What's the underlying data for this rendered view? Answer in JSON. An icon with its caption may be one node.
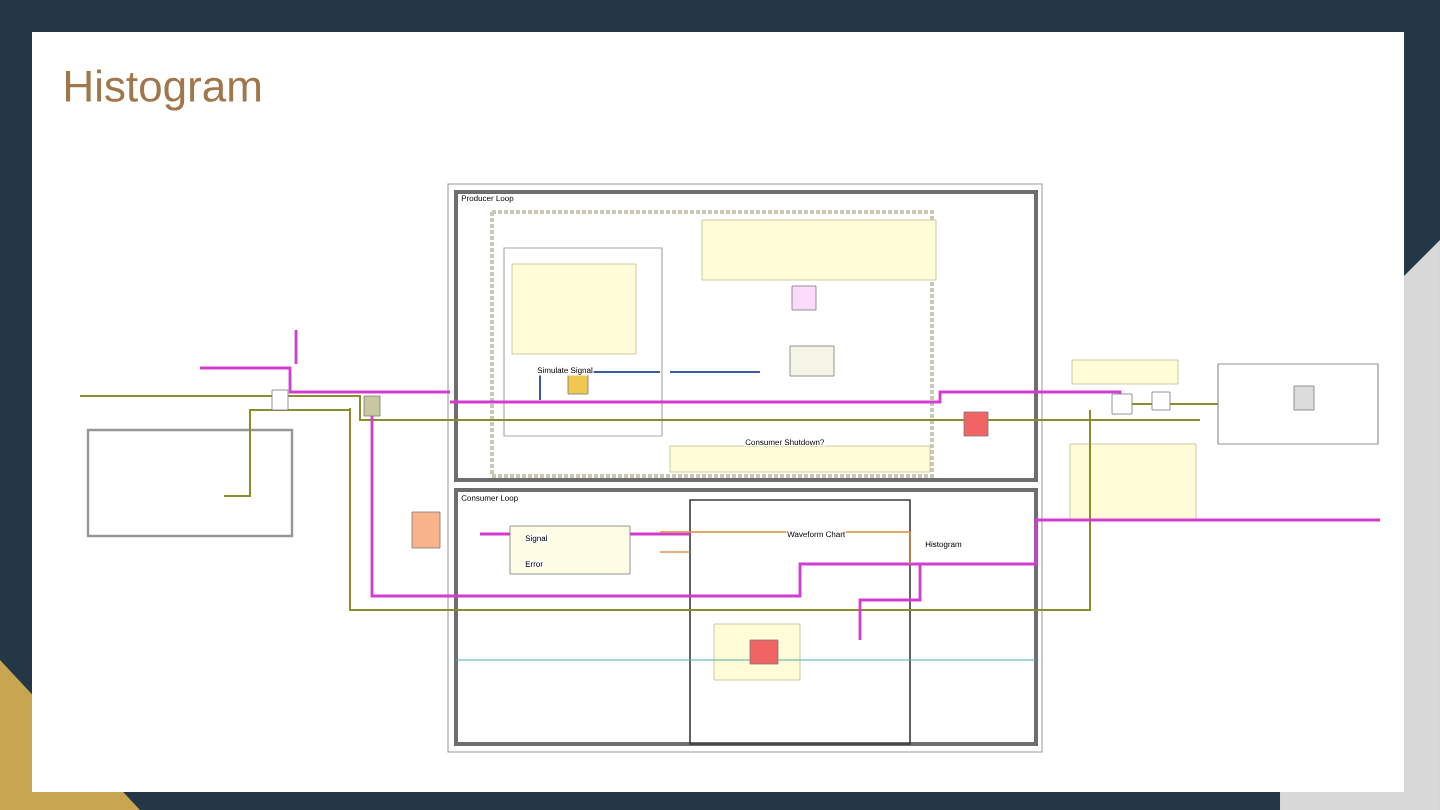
{
  "diagram": {
    "title": "Histogram",
    "labels": [
      "Producer Loop",
      "Simulate Signal",
      "Consumer Shutdown?",
      "Consumer Loop",
      "Signal",
      "Error",
      "Waveform Chart",
      "Histogram"
    ]
  }
}
